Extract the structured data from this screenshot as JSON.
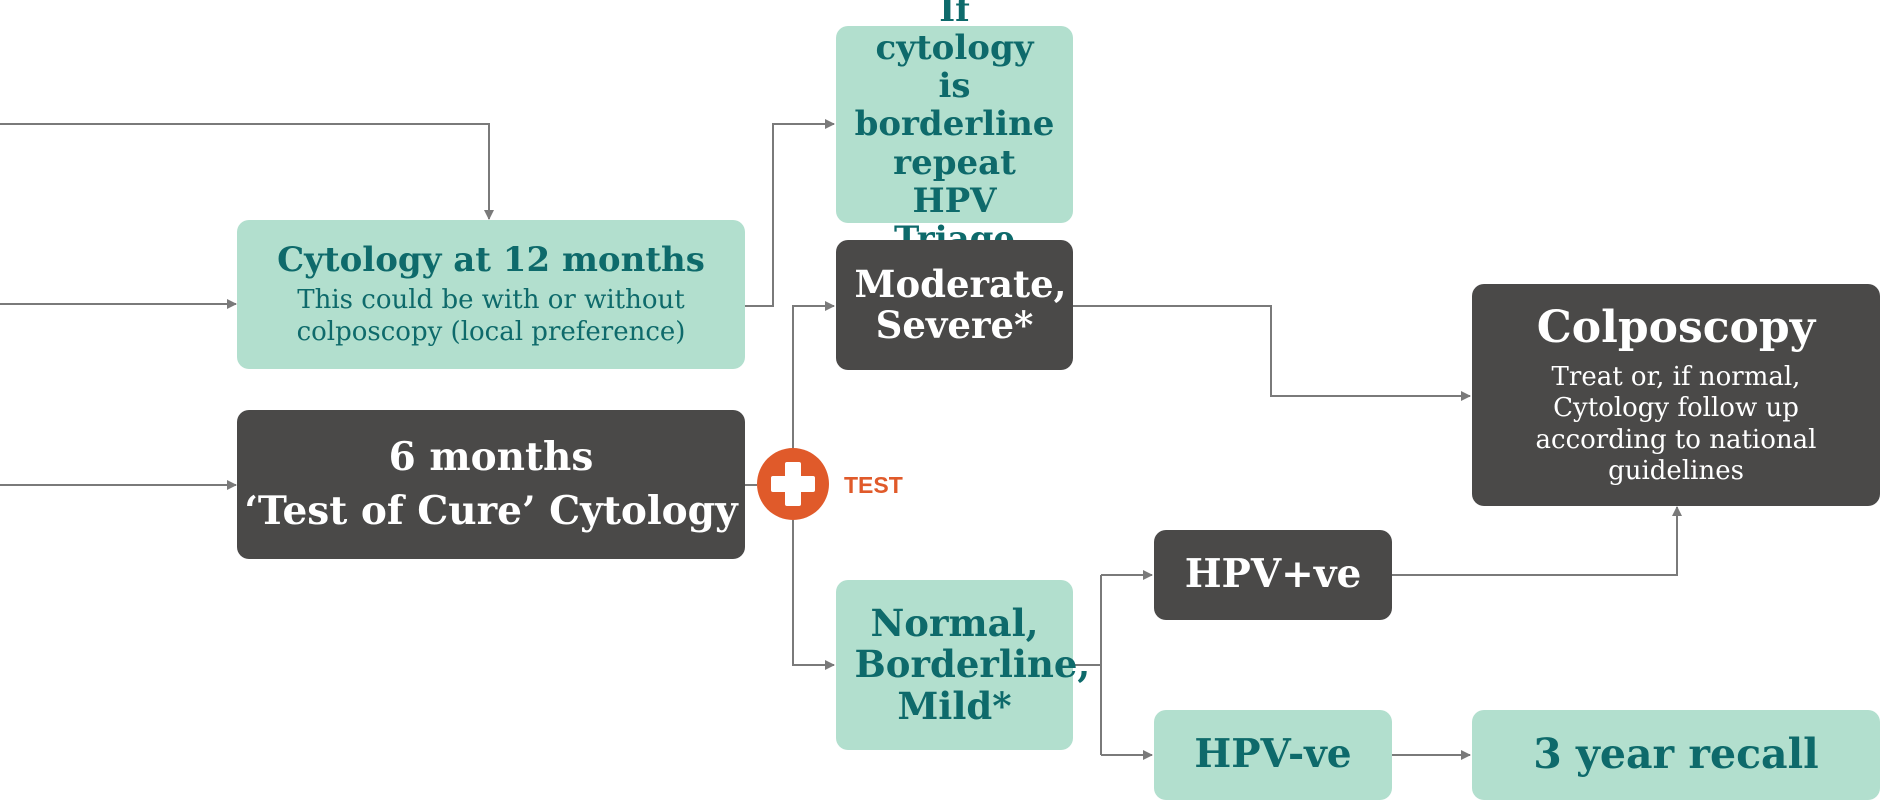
{
  "boxes": {
    "triage_title": "If cytology is borderline repeat HPV Triage",
    "cytology12_title": "Cytology at 12 months",
    "cytology12_sub": "This could be with or without colposcopy (local preference)",
    "moderate_title": "Moderate, Severe*",
    "colposcopy_title": "Colposcopy",
    "colposcopy_sub": "Treat or, if normal, Cytology follow up according to national guidelines",
    "six_months_title": "6 months",
    "six_months_sub": "‘Test of Cure’ Cytology",
    "hpv_pos": "HPV+ve",
    "normal_title": "Normal, Borderline, Mild*",
    "hpv_neg": "HPV-ve",
    "recall": "3 year recall"
  },
  "test": {
    "label": "TEST",
    "icon": "plus-icon"
  },
  "colors": {
    "mint": "#b2dfce",
    "teal_text": "#0e6a6b",
    "dark": "#4a4948",
    "accent": "#e05a2a",
    "connector": "#7a7a7a"
  }
}
